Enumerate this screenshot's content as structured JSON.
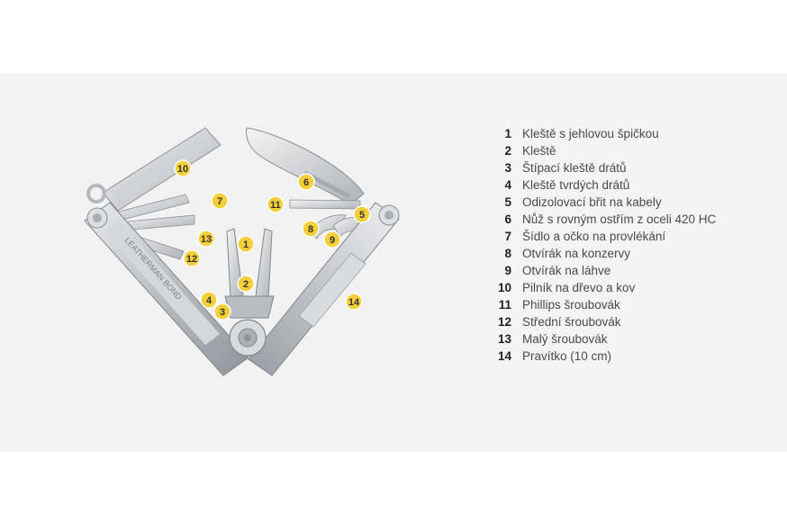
{
  "colors": {
    "band_background": "#f4f4f4",
    "callout_fill": "#f4cf3a",
    "steel": "#c9cdd0"
  },
  "engraving": "LEATHERMAN BOND",
  "callouts": [
    "1",
    "2",
    "3",
    "4",
    "5",
    "6",
    "7",
    "8",
    "9",
    "10",
    "11",
    "12",
    "13",
    "14"
  ],
  "legend": [
    {
      "num": "1",
      "text": "Kleště s jehlovou špičkou"
    },
    {
      "num": "2",
      "text": "Kleště"
    },
    {
      "num": "3",
      "text": "Štípací kleště drátů"
    },
    {
      "num": "4",
      "text": "Kleště tvrdých drátů"
    },
    {
      "num": "5",
      "text": "Odizolovací břit na kabely"
    },
    {
      "num": "6",
      "text": "Nůž s rovným ostřím z oceli 420 HC"
    },
    {
      "num": "7",
      "text": "Šídlo a očko na provlékání"
    },
    {
      "num": "8",
      "text": "Otvírák na konzervy"
    },
    {
      "num": "9",
      "text": "Otvírák na láhve"
    },
    {
      "num": "10",
      "text": "Pilník na dřevo a kov"
    },
    {
      "num": "11",
      "text": "Phillips šroubovák"
    },
    {
      "num": "12",
      "text": "Střední šroubovák"
    },
    {
      "num": "13",
      "text": "Malý šroubovák"
    },
    {
      "num": "14",
      "text": "Pravítko (10 cm)"
    }
  ]
}
